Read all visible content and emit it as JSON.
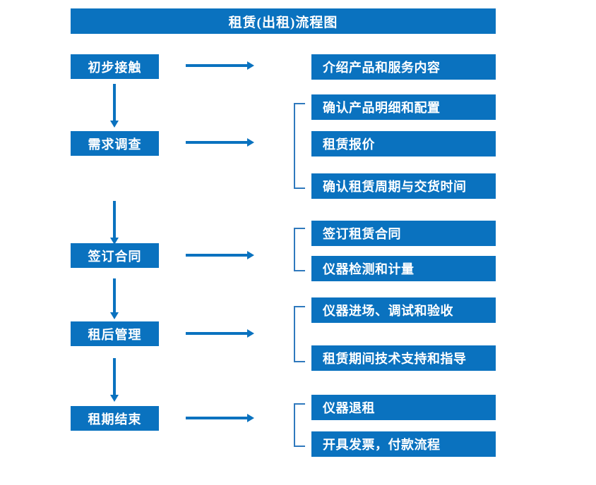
{
  "title": "租赁(出租)流程图",
  "colors": {
    "accent": "#0a72bf",
    "bracket": "#2f79bd",
    "text_on_accent": "#ffffff",
    "background": "#ffffff"
  },
  "chart_data": {
    "type": "diagram",
    "diagram_type": "flowchart",
    "title": "租赁(出租)流程图",
    "orientation": "vertical-stages-with-horizontal-detail-branches",
    "stages": [
      {
        "label": "初步接触",
        "details": [
          "介绍产品和服务内容"
        ],
        "bracketed": false
      },
      {
        "label": "需求调查",
        "details": [
          "确认产品明细和配置",
          "租赁报价",
          "确认租赁周期与交货时间"
        ],
        "bracketed": true
      },
      {
        "label": "签订合同",
        "details": [
          "签订租赁合同",
          "仪器检测和计量"
        ],
        "bracketed": true
      },
      {
        "label": "租后管理",
        "details": [
          "仪器进场、调试和验收",
          "租赁期间技术支持和指导"
        ],
        "bracketed": true
      },
      {
        "label": "租期结束",
        "details": [
          "仪器退租",
          "开具发票，付款流程"
        ],
        "bracketed": true
      }
    ],
    "stage_flow": [
      "初步接触",
      "需求调查",
      "签订合同",
      "租后管理",
      "租期结束"
    ],
    "connector_count": {
      "vertical_arrows": 4,
      "horizontal_arrows": 5,
      "brackets": 4
    }
  },
  "stages": {
    "s0": {
      "label": "初步接触"
    },
    "s1": {
      "label": "需求调查"
    },
    "s2": {
      "label": "签订合同"
    },
    "s3": {
      "label": "租后管理"
    },
    "s4": {
      "label": "租期结束"
    }
  },
  "details": {
    "d0": "介绍产品和服务内容",
    "d1": "确认产品明细和配置",
    "d2": "租赁报价",
    "d3": "确认租赁周期与交货时间",
    "d4": "签订租赁合同",
    "d5": "仪器检测和计量",
    "d6": "仪器进场、调试和验收",
    "d7": "租赁期间技术支持和指导",
    "d8": "仪器退租",
    "d9": "开具发票，付款流程"
  }
}
